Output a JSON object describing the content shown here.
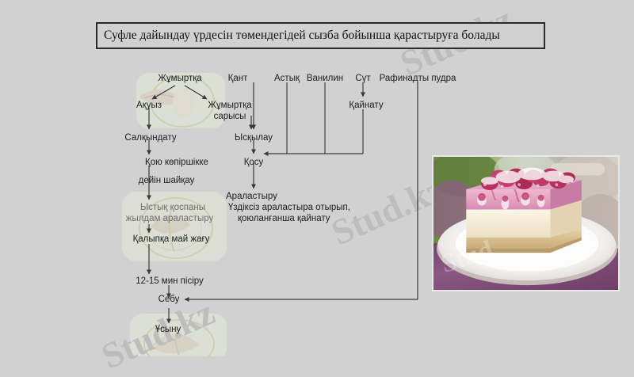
{
  "page": {
    "background_color": "#d1d1d1",
    "watermark_text": "Stud.kz",
    "watermark_text_alt": "Stud.kz"
  },
  "title": {
    "text": "Суфле дайындау үрдесін төмендегідей сызба бойынша қарастыруға болады"
  },
  "flowchart": {
    "ingredients": [
      {
        "label": "Жұмыртқа"
      },
      {
        "label": "Қант"
      },
      {
        "label": "Астық"
      },
      {
        "label": "Ванилин"
      },
      {
        "label": "Сүт"
      },
      {
        "label": "Рафинадты пудра"
      }
    ],
    "steps": {
      "egg_white": "Ақуыз",
      "egg_yolk_line1": "Жұмыртқа",
      "egg_yolk_line2": "сарысы",
      "chill": "Салқындату",
      "grind": "Ысқылау",
      "boil_milk": "Қайнату",
      "whip_line1": "Қою көпіршікке",
      "whip_line2": "дейін шайқау",
      "add": "Қосу",
      "mix_hot_line1": "Ыстық қоспаны",
      "mix_hot_line2": "жылдам араластыру",
      "grease_mold": "Қалыпқа май жағу",
      "bake": "12-15 мин пісіру",
      "sprinkle": "Себу",
      "serve": "Ұсыну",
      "stir_block_line1": "Араластыру",
      "stir_block_line2": "Үздіксіз араластыра отырып,",
      "stir_block_line3": "қоюланғанша қайнату"
    }
  },
  "photo": {
    "caption": "raspberry-cheesecake-slice-on-white-plate"
  }
}
